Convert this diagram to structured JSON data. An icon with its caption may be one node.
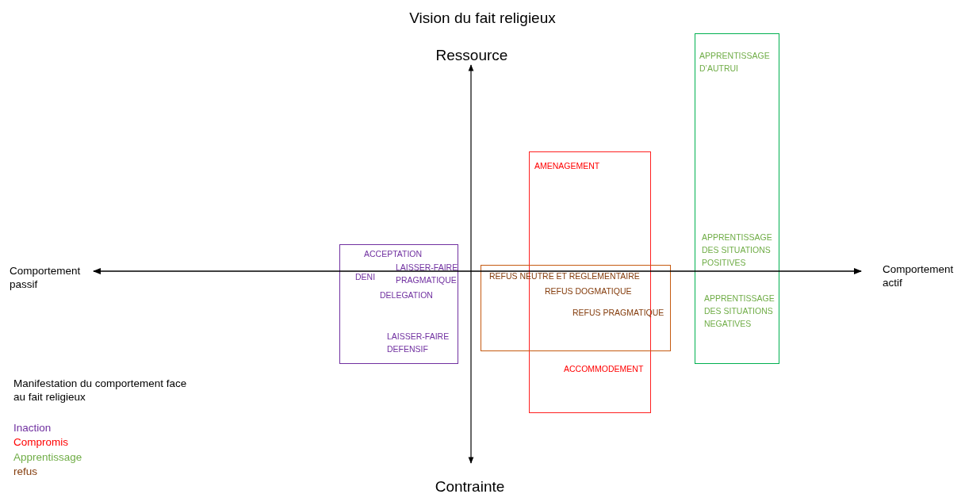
{
  "diagram": {
    "title": "Vision du fait religieux",
    "nodes": [
      {
        "text": [
          "ACCEPTATION",
          "DENI",
          "LAISSER-FAIRE PRAGMATIQUE",
          "DELEGATION",
          "LAISSER-FAIRE DEFENSIF"
        ]
      },
      {
        "text": [
          "AMENAGEMENT",
          "ACCOMMODEMENT"
        ]
      },
      {
        "text": [
          "REFUS NEUTRE ET REGLEMENTAIRE",
          "REFUS DOGMATIQUE",
          "REFUS PRAGMATIQUE"
        ]
      },
      {
        "text": [
          "APPRENTISSAGE D’AUTRUI",
          "APPRENTISSAGE DES SITUATIONS POSITIVES",
          "APPRENTISSAGE DES SITUATIONS NEGATIVES"
        ]
      }
    ],
    "edges": [],
    "labels": [
      "Ressource",
      "Comportement passif",
      "Comportement actif",
      "Contrainte",
      "Manifestation du comportement face au fait religieux"
    ],
    "legend": [
      {
        "text": "Inaction",
        "color": "#7030a0"
      },
      {
        "text": "Compromis",
        "color": "#ff0000"
      },
      {
        "text": "Apprentissage",
        "color": "#70ad47"
      },
      {
        "text": "refus",
        "color": "#843c0c"
      }
    ]
  }
}
